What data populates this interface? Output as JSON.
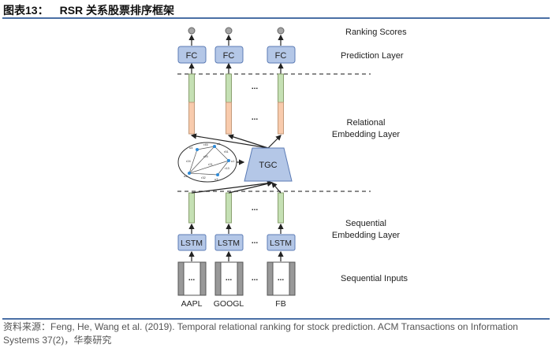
{
  "title": {
    "label": "图表13：",
    "text": "RSR 关系股票排序框架"
  },
  "diagram": {
    "layers": {
      "ranking_scores": "Ranking Scores",
      "prediction": "Prediction Layer",
      "relational_1": "Relational",
      "relational_2": "Embedding Layer",
      "sequential_1": "Sequential",
      "sequential_2": "Embedding Layer",
      "inputs": "Sequential Inputs"
    },
    "fc_label": "FC",
    "lstm_label": "LSTM",
    "tgc_label": "TGC",
    "ellipsis": "...",
    "stocks": [
      "AAPL",
      "GOOGL",
      "FB"
    ],
    "graph": {
      "nodes": [
        "u4",
        "u5",
        "u1",
        "u3",
        "u2"
      ],
      "edges": [
        "r45",
        "r51",
        "r13",
        "r32",
        "r24",
        "r25",
        "r21"
      ]
    },
    "colors": {
      "box": "#b4c7e7",
      "box_border": "#5b7bb5",
      "green": "#c5e0b4",
      "orange": "#f8cbad",
      "node": "#2e8bd8",
      "score": "#a6a6a6"
    }
  },
  "footer": {
    "text": "资料来源：Feng, He, Wang et al. (2019). Temporal relational ranking for stock prediction. ACM Transactions on Information Systems 37(2)，华泰研究"
  }
}
